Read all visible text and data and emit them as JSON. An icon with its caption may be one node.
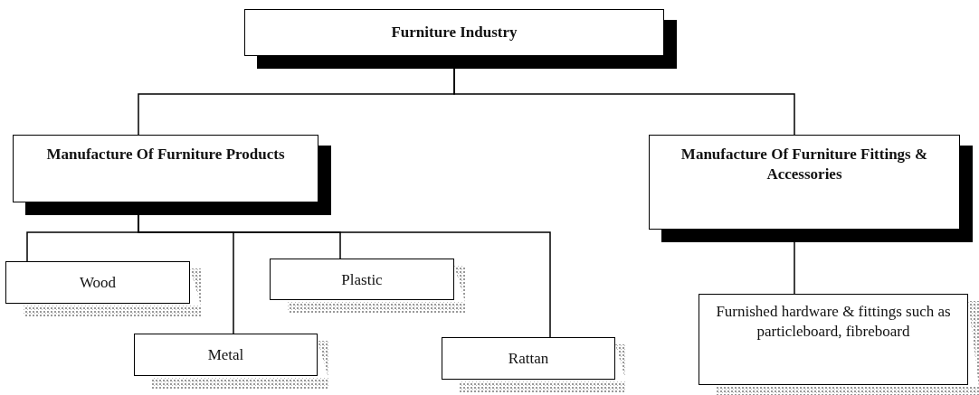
{
  "diagram": {
    "nodes": [
      {
        "text": [
          "Furniture Industry"
        ]
      },
      {
        "text": [
          "Manufacture Of Furniture Products"
        ]
      },
      {
        "text": [
          "Manufacture Of Furniture Fittings & Accessories"
        ]
      },
      {
        "text": [
          "Wood"
        ]
      },
      {
        "text": [
          "Metal"
        ]
      },
      {
        "text": [
          "Plastic"
        ]
      },
      {
        "text": [
          "Rattan"
        ]
      },
      {
        "text": [
          "Furnished hardware & fittings such as particleboard, fibreboard"
        ]
      }
    ],
    "edges": [
      {
        "from": 0,
        "to": 1,
        "arrow": "none"
      },
      {
        "from": 0,
        "to": 2,
        "arrow": "none"
      },
      {
        "from": 1,
        "to": 3,
        "arrow": "none"
      },
      {
        "from": 1,
        "to": 4,
        "arrow": "none"
      },
      {
        "from": 1,
        "to": 5,
        "arrow": "none"
      },
      {
        "from": 1,
        "to": 6,
        "arrow": "none"
      },
      {
        "from": 2,
        "to": 7,
        "arrow": "none"
      }
    ]
  }
}
